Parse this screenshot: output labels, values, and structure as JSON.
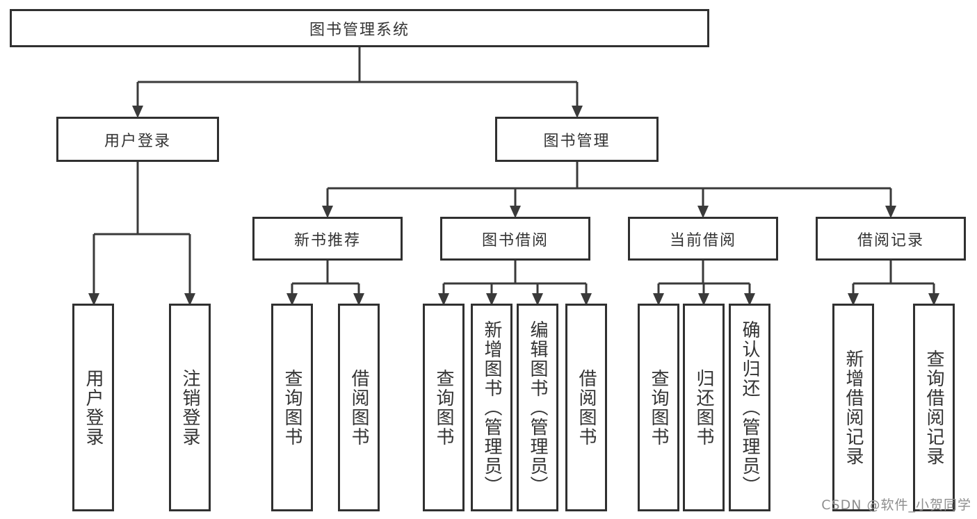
{
  "watermark": "CSDN @软件_小贺同学",
  "colors": {
    "background": "#ffffff",
    "line": "#3a3a3a",
    "box_border": "#303030",
    "text": "#333333",
    "watermark": "#8e8e8e"
  },
  "nodes": {
    "root": "图书管理系统",
    "user_login": "用户登录",
    "book_management": "图书管理",
    "new_book_recommend": "新书推荐",
    "book_borrowing": "图书借阅",
    "current_borrowing": "当前借阅",
    "borrowing_records": "借阅记录",
    "user_login_children": [
      "用户登录",
      "注销登录"
    ],
    "new_book_recommend_children": [
      "查询图书",
      "借阅图书"
    ],
    "book_borrowing_children": [
      "查询图书",
      "新增图书（管理员）",
      "编辑图书（管理员）",
      "借阅图书"
    ],
    "current_borrowing_children": [
      "查询图书",
      "归还图书",
      "确认归还（管理员）"
    ],
    "borrowing_records_children": [
      "新增借阅记录",
      "查询借阅记录"
    ]
  }
}
